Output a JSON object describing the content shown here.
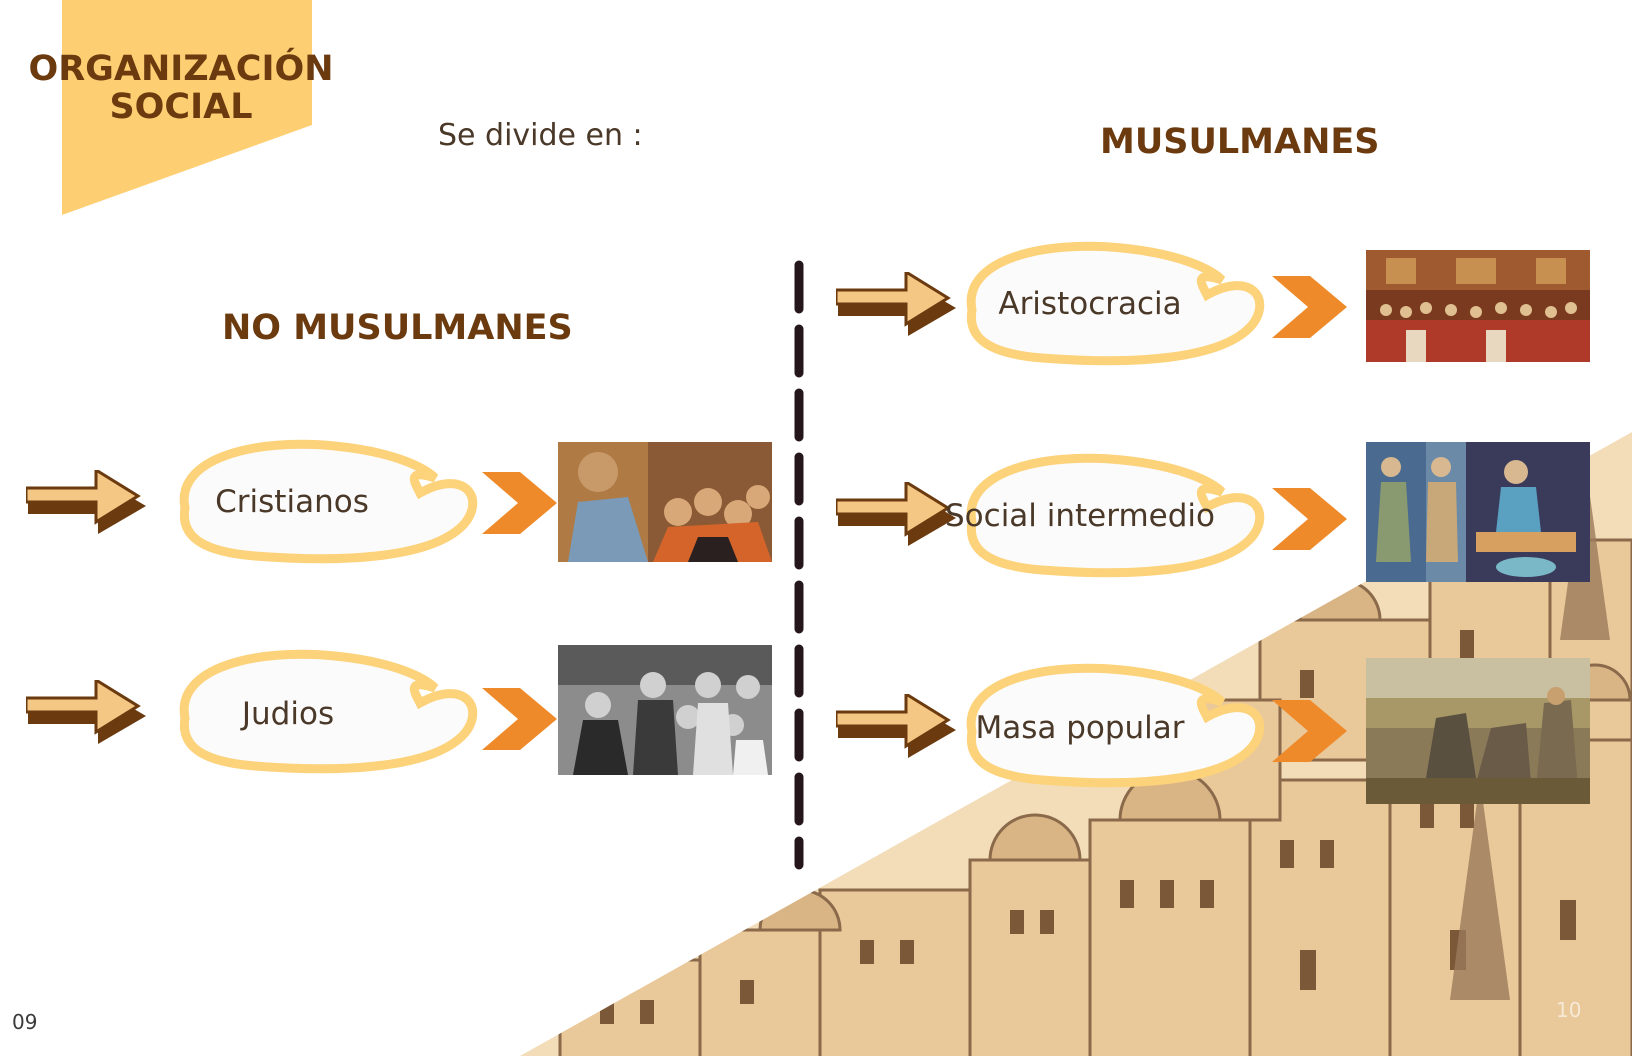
{
  "header": {
    "title_line1": "ORGANIZACIÓN",
    "title_line2": "SOCIAL",
    "subtitle": "Se divide en :"
  },
  "left": {
    "heading": "NO MUSULMANES",
    "items": [
      {
        "label": "Cristianos"
      },
      {
        "label": "Judios"
      }
    ]
  },
  "right": {
    "heading": "MUSULMANES",
    "items": [
      {
        "label": "Aristocracia"
      },
      {
        "label": "Social intermedio"
      },
      {
        "label": "Masa popular"
      }
    ]
  },
  "footer": {
    "page_left": "09",
    "page_right": "10"
  },
  "colors": {
    "accent_yellow": "#fdcf72",
    "brown": "#6b3a0f",
    "orange": "#ef8a2a",
    "divider": "#24161a"
  }
}
